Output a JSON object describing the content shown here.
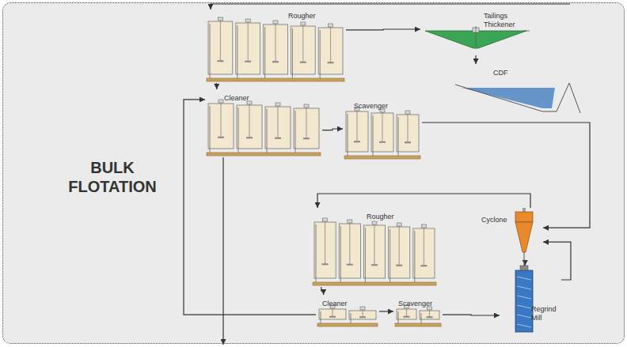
{
  "diagram": {
    "nodes": [
      {
        "text": [
          "BULK FLOTATION"
        ]
      },
      {
        "text": [
          "Rougher"
        ],
        "in": 0
      },
      {
        "text": [
          "Tailings Thickener"
        ],
        "in": 0
      },
      {
        "text": [
          "CDF"
        ],
        "in": 0
      },
      {
        "text": [
          "Cleaner"
        ],
        "in": 0
      },
      {
        "text": [
          "Scavenger"
        ],
        "in": 0
      },
      {
        "text": [
          "Rougher"
        ],
        "in": 0
      },
      {
        "text": [
          "Cyclone"
        ],
        "in": 0
      },
      {
        "text": [
          "Regrind Mill"
        ],
        "in": 0
      },
      {
        "text": [
          "Cleaner"
        ],
        "in": 0
      },
      {
        "text": [
          "Scavenger"
        ],
        "in": 0
      }
    ],
    "edges": [
      {
        "from": 1,
        "to": 2,
        "arrow": "to"
      },
      {
        "from": 2,
        "to": 3,
        "arrow": "to"
      },
      {
        "from": 1,
        "to": 4,
        "arrow": "to"
      },
      {
        "from": 4,
        "to": 5,
        "arrow": "to"
      },
      {
        "from": 5,
        "to": 7,
        "arrow": "to"
      },
      {
        "from": 7,
        "to": 8,
        "arrow": "to"
      },
      {
        "from": 8,
        "to": 7,
        "arrow": "to"
      },
      {
        "from": 7,
        "to": 6,
        "arrow": "to"
      },
      {
        "from": 6,
        "to": 9,
        "arrow": "to"
      },
      {
        "from": 9,
        "to": 10,
        "arrow": "to"
      },
      {
        "from": 10,
        "to": 8,
        "arrow": "to"
      },
      {
        "from": 9,
        "to": 4,
        "arrow": "to"
      }
    ]
  }
}
